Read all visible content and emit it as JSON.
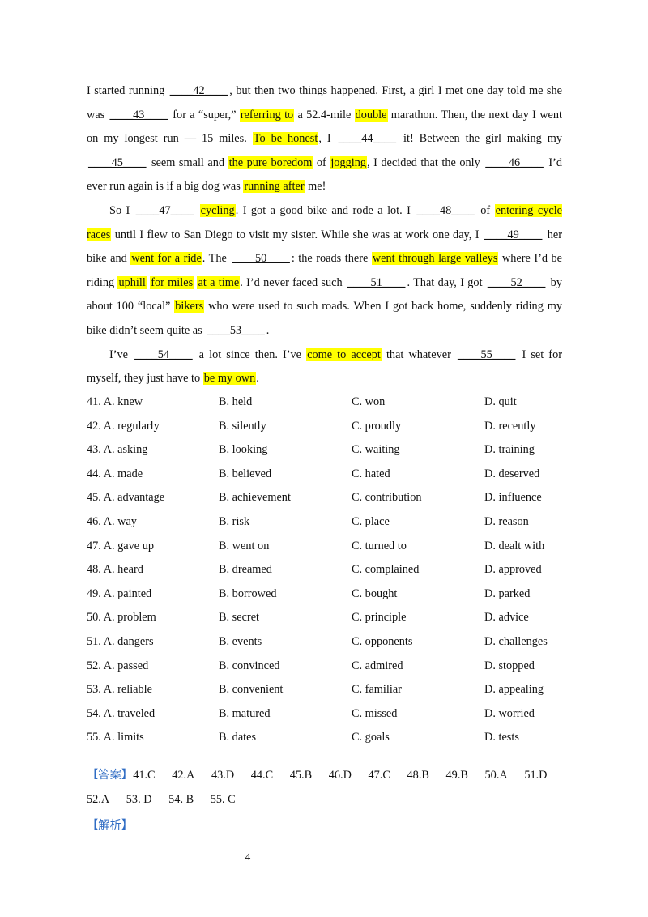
{
  "passage": {
    "p1": [
      {
        "t": "I started running "
      },
      {
        "b": "____42____"
      },
      {
        "t": ", but then two things happened. First, a girl I met one day told me she was "
      },
      {
        "b": "____43____"
      },
      {
        "t": " for a “super,” "
      },
      {
        "h": "referring to"
      },
      {
        "t": " a 52.4-mile "
      },
      {
        "h": "double"
      },
      {
        "t": " marathon. Then, the next day I went on my longest run — 15 miles. "
      },
      {
        "h": "To be honest"
      },
      {
        "t": ", I "
      },
      {
        "b": "____44____"
      },
      {
        "t": " it! Between the girl making my "
      },
      {
        "b": "____45____"
      },
      {
        "t": " seem small and "
      },
      {
        "h": "the pure boredom"
      },
      {
        "t": " of "
      },
      {
        "h": "jogging"
      },
      {
        "t": ", I decided that the only "
      },
      {
        "b": "____46____"
      },
      {
        "t": " I’d ever run again is if a big dog was "
      },
      {
        "h": "running after"
      },
      {
        "t": " me!"
      }
    ],
    "p2": [
      {
        "t": "So I "
      },
      {
        "b": "____47____"
      },
      {
        "t": " "
      },
      {
        "h": "cycling"
      },
      {
        "t": ". I got a good bike and rode a lot. I "
      },
      {
        "b": "____48____"
      },
      {
        "t": " of "
      },
      {
        "h": "entering cycle races"
      },
      {
        "t": " until I flew to San Diego to visit my sister. While she was at work one day, I "
      },
      {
        "b": "____49____"
      },
      {
        "t": " her bike and "
      },
      {
        "h": "went for a ride"
      },
      {
        "t": ". The "
      },
      {
        "b": "____50____"
      },
      {
        "t": ": the roads there "
      },
      {
        "h": "went through large valleys"
      },
      {
        "t": " where I’d be riding "
      },
      {
        "h": "uphill"
      },
      {
        "t": " "
      },
      {
        "h": "for miles"
      },
      {
        "t": " "
      },
      {
        "h": "at a time"
      },
      {
        "t": ". I’d never faced such "
      },
      {
        "b": "____51____"
      },
      {
        "t": ". That day, I got "
      },
      {
        "b": "____52____"
      },
      {
        "t": " by about 100 “local” "
      },
      {
        "h": "bikers"
      },
      {
        "t": " who were used to such roads. When I got back home, suddenly riding my bike didn’t seem quite as "
      },
      {
        "b": "____53____"
      },
      {
        "t": "."
      }
    ],
    "p3": [
      {
        "t": "I’ve "
      },
      {
        "b": "____54____"
      },
      {
        "t": " a lot since then. I’ve "
      },
      {
        "h": "come to accept"
      },
      {
        "t": " that whatever "
      },
      {
        "b": "____55____"
      },
      {
        "t": " I set for myself, they just have to "
      },
      {
        "h": "be my own"
      },
      {
        "t": "."
      }
    ]
  },
  "options": [
    [
      "41. A.  knew",
      "B.  held",
      "C.  won",
      "D.  quit"
    ],
    [
      "42. A.  regularly",
      "B.  silently",
      "C.  proudly",
      "D.  recently"
    ],
    [
      "43. A.  asking",
      "B.  looking",
      "C.  waiting",
      "D.  training"
    ],
    [
      "44. A.  made",
      "B.  believed",
      "C.  hated",
      "D.  deserved"
    ],
    [
      "45. A.  advantage",
      "B.  achievement",
      "C.  contribution",
      "D.  influence"
    ],
    [
      "46. A.  way",
      "B.  risk",
      "C.  place",
      "D.  reason"
    ],
    [
      "47. A.  gave up",
      "B.  went on",
      "C.  turned to",
      "D.  dealt with"
    ],
    [
      "48. A.  heard",
      "B.  dreamed",
      "C.  complained",
      "D.  approved"
    ],
    [
      "49. A.  painted",
      "B.  borrowed",
      "C.  bought",
      "D.  parked"
    ],
    [
      "50. A.  problem",
      "B.  secret",
      "C.  principle",
      "D.  advice"
    ],
    [
      "51. A.  dangers",
      "B.  events",
      "C.  opponents",
      "D.  challenges"
    ],
    [
      "52. A.  passed",
      "B.  convinced",
      "C.  admired",
      "D.  stopped"
    ],
    [
      "53. A.  reliable",
      "B.  convenient",
      "C.  familiar",
      "D.  appealing"
    ],
    [
      "54. A.  traveled",
      "B.  matured",
      "C.  missed",
      "D.  worried"
    ],
    [
      "55. A.  limits",
      "B.  dates",
      "C.  goals",
      "D.  tests"
    ]
  ],
  "answer": {
    "label": "【答案】",
    "items": [
      "41.C",
      "42.A",
      "43.D",
      "44.C",
      "45.B",
      "46.D",
      "47.C",
      "48.B",
      "49.B",
      "50.A",
      "51.D",
      "52.A",
      "53. D",
      "54. B",
      "55. C"
    ]
  },
  "analysis_label": "【解析】",
  "page_number": "4",
  "colors": {
    "highlight": "#ffff00",
    "label_blue": "#2f6cc4"
  }
}
